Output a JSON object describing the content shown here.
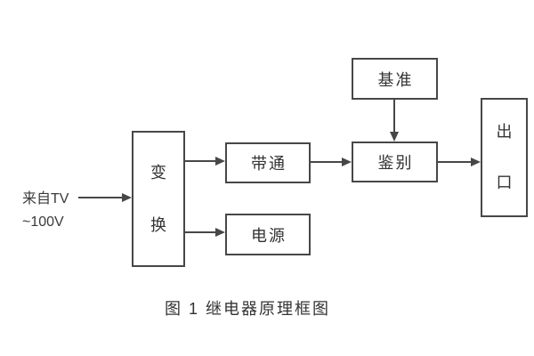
{
  "diagram": {
    "source": {
      "line1": "来自TV",
      "line2": "~100V"
    },
    "blocks": {
      "transform": [
        "变",
        "换"
      ],
      "bandpass": "带通",
      "power": "电源",
      "reference": "基准",
      "discriminator": "鉴别",
      "output": [
        "出",
        "口"
      ]
    },
    "caption": "图 1 继电器原理框图",
    "colors": {
      "line": "#474747",
      "text": "#333333",
      "background": "#ffffff"
    }
  }
}
